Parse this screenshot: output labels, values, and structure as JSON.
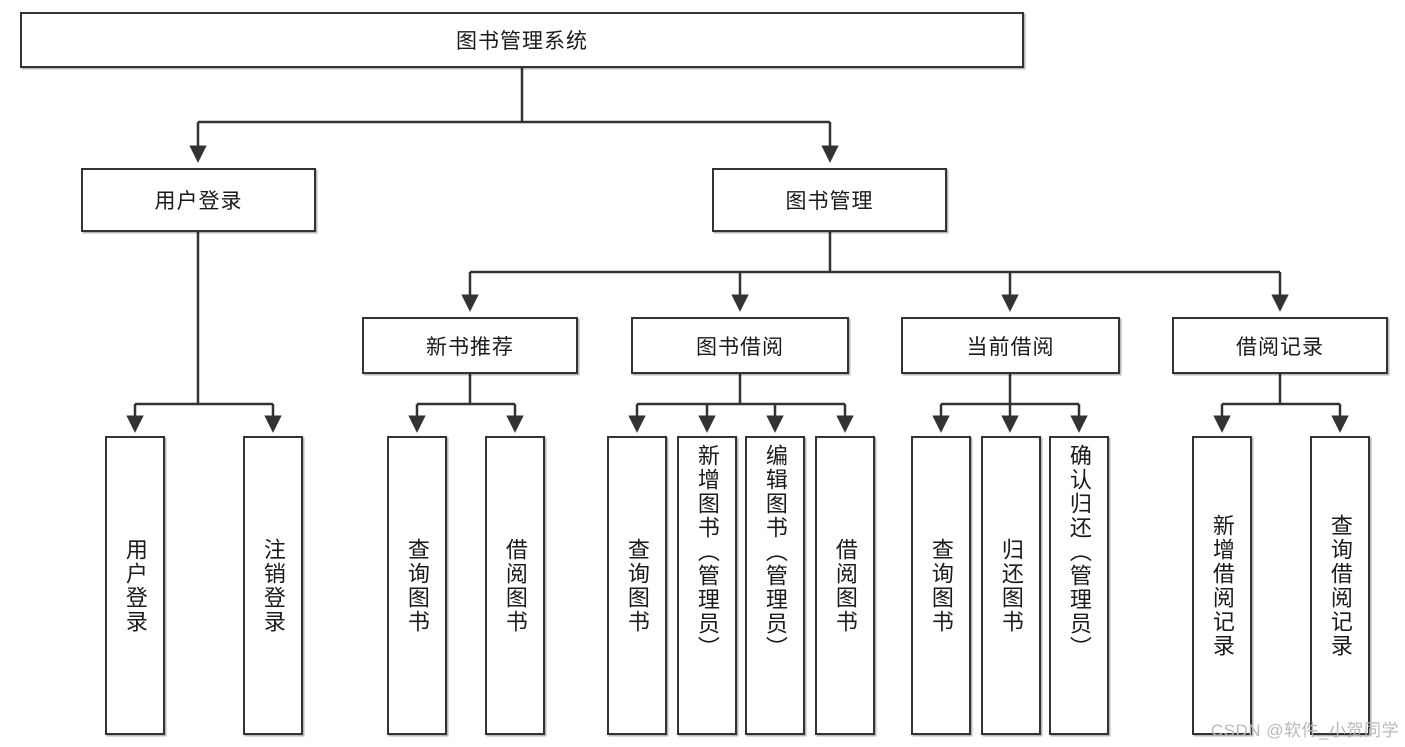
{
  "diagram": {
    "title": "图书管理系统",
    "type": "tree",
    "colors": {
      "stroke": "#333333",
      "fill": "#ffffff",
      "text": "#1a1a1a",
      "watermark": "#b9b9b9"
    },
    "root": {
      "label": "图书管理系统"
    },
    "level2": [
      {
        "label": "用户登录"
      },
      {
        "label": "图书管理"
      }
    ],
    "level3": [
      {
        "label": "新书推荐"
      },
      {
        "label": "图书借阅"
      },
      {
        "label": "当前借阅"
      },
      {
        "label": "借阅记录"
      }
    ],
    "leaves": {
      "user_login": [
        {
          "label": "用户登录"
        },
        {
          "label": "注销登录"
        }
      ],
      "new_book": [
        {
          "label": "查询图书"
        },
        {
          "label": "借阅图书"
        }
      ],
      "book_borrow": [
        {
          "label": "查询图书"
        },
        {
          "label": "新增图书（管理员）"
        },
        {
          "label": "编辑图书（管理员）"
        },
        {
          "label": "借阅图书"
        }
      ],
      "current_borrow": [
        {
          "label": "查询图书"
        },
        {
          "label": "归还图书"
        },
        {
          "label": "确认归还（管理员）"
        }
      ],
      "borrow_record": [
        {
          "label": "新增借阅记录"
        },
        {
          "label": "查询借阅记录"
        }
      ]
    }
  },
  "watermark": {
    "text": "CSDN @软件_小贺同学"
  }
}
